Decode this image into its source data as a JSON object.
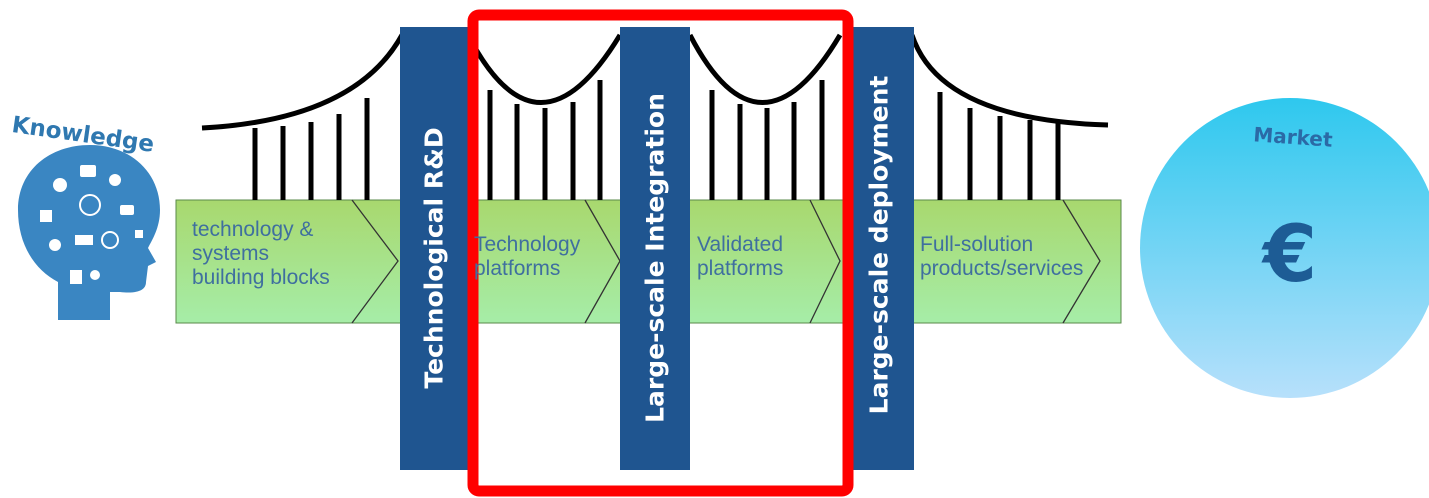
{
  "knowledge": {
    "label": "Knowledge"
  },
  "market": {
    "label": "Market",
    "currency_symbol": "€"
  },
  "steps": [
    {
      "id": "building-blocks",
      "text": "technology &\nsystems\nbuilding  blocks"
    },
    {
      "id": "technology-platforms",
      "text": "Technology\nplatforms"
    },
    {
      "id": "validated-platforms",
      "text": "Validated\nplatforms"
    },
    {
      "id": "full-solution",
      "text": "Full-solution\nproducts/services"
    }
  ],
  "pillars": [
    {
      "id": "technological-rd",
      "label": "Technological  R&D"
    },
    {
      "id": "large-scale-integration",
      "label": "Large-scale Integration"
    },
    {
      "id": "large-scale-deployment",
      "label": "Large-scale deployment"
    }
  ],
  "colors": {
    "pillar": "#1f5590",
    "band_top": "#a8d86e",
    "band_bottom": "#a6eda8",
    "highlight": "#ff0000",
    "cable": "#000000",
    "market_top": "#2ec8ee",
    "market_bottom": "#b7e0fb",
    "step_text": "#3f6f9f",
    "head": "#2f78b0"
  },
  "highlight": {
    "target": "large-scale-integration",
    "shape": "rounded rectangle"
  }
}
